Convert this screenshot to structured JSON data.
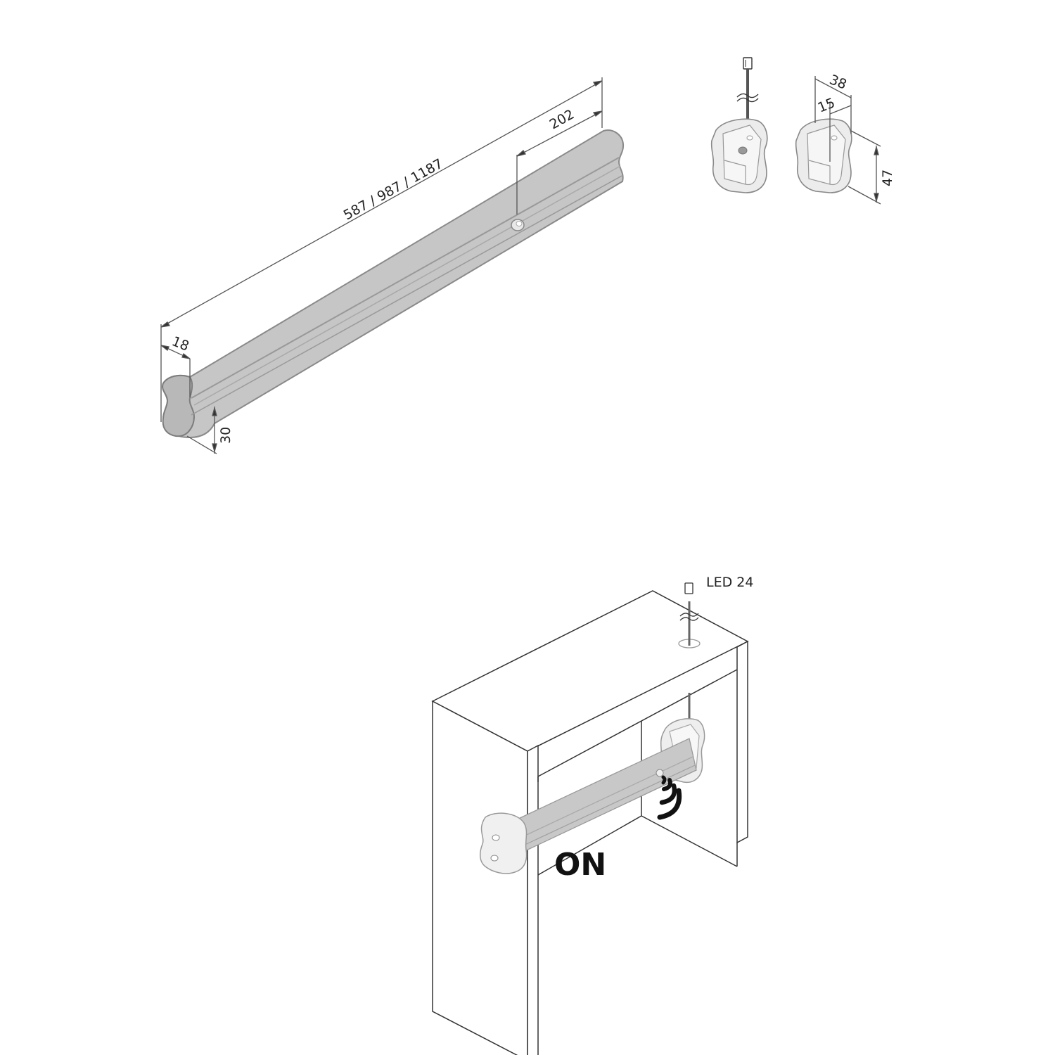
{
  "figure": {
    "description": "Technical drawing of LED wardrobe rail with motion sensor, end supports and installation in cabinet",
    "colors": {
      "rail_fill": "#c4c4c4",
      "rail_edge": "#8a8a8a",
      "support_fill": "#ececec",
      "line": "#333333",
      "background": "#ffffff"
    }
  },
  "rail_view": {
    "length_label": "587 / 987 / 1187",
    "sensor_offset_label": "202",
    "width_label": "18",
    "height_label": "30"
  },
  "supports_view": {
    "support_with_cable": "support-with-cable",
    "support_plain": "support-plain",
    "outer_width_label": "38",
    "inner_width_label": "15",
    "height_label": "47"
  },
  "installation_view": {
    "connector_label": "LED 24",
    "state_label": "ON",
    "sensor_icon": "motion-sensor-waves-icon"
  }
}
